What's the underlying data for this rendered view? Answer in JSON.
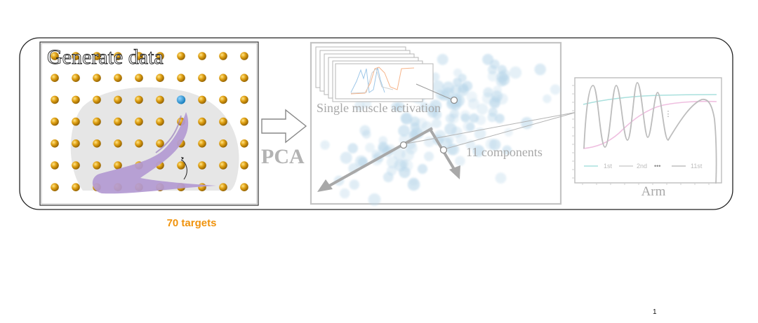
{
  "panel_generate": {
    "title": "Generate data",
    "caption": "70 targets",
    "target_rows": 7,
    "target_cols": 10,
    "highlighted_target": {
      "row": 2,
      "col": 6
    },
    "colors": {
      "target": "#e0a114",
      "highlight": "#1e9bd7",
      "reach_area": "#e6e6e6",
      "arm": "#b39ad2",
      "caption": "#f0930d"
    }
  },
  "pca_label": "PCA",
  "panel_pca": {
    "stack_label": "Single muscle activation",
    "components_label": "11 components",
    "colors": {
      "scatter": "#b9d7ea",
      "axis": "#a8a8a8",
      "frame": "#c4c4c4"
    }
  },
  "panel_arm": {
    "title": "Arm",
    "legend": {
      "first": "1st",
      "second": "2nd",
      "ellipsis": "•••",
      "last": "11st"
    },
    "colors": {
      "first": "#a9e0dd",
      "second": "#efbfe0",
      "last": "#bdbdbd"
    }
  },
  "page_number": "1"
}
